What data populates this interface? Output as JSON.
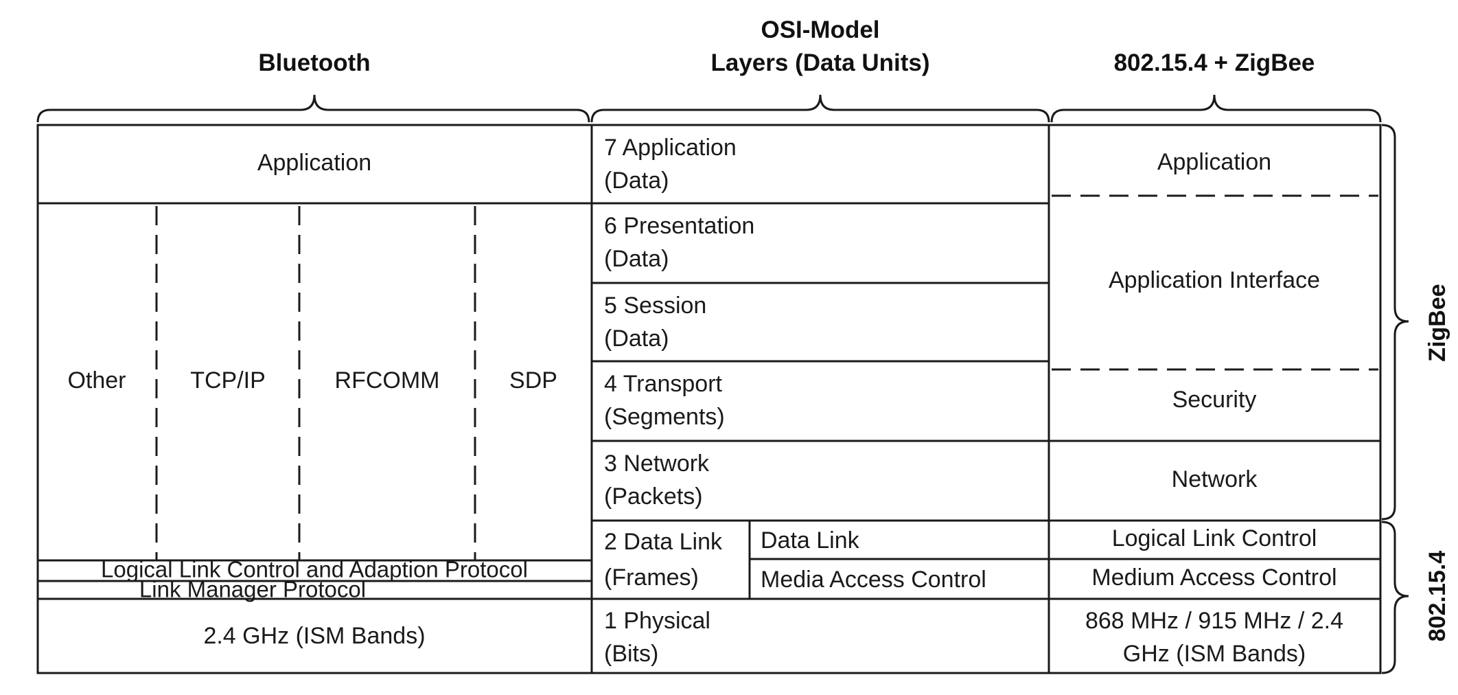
{
  "headers": {
    "bluetooth": "Bluetooth",
    "osi_line1": "OSI-Model",
    "osi_line2": "Layers (Data Units)",
    "zigbee": "802.15.4 + ZigBee"
  },
  "bluetooth": {
    "application": "Application",
    "protocols": [
      "Other",
      "TCP/IP",
      "RFCOMM",
      "SDP"
    ],
    "l2cap": "Logical Link Control and Adaption Protocol",
    "lmp": "Link Manager Protocol",
    "physical": "2.4 GHz (ISM Bands)"
  },
  "osi": {
    "layers": [
      {
        "name": "7 Application",
        "unit": "(Data)"
      },
      {
        "name": "6 Presentation",
        "unit": "(Data)"
      },
      {
        "name": "5 Session",
        "unit": "(Data)"
      },
      {
        "name": "4 Transport",
        "unit": "(Segments)"
      },
      {
        "name": "3 Network",
        "unit": "(Packets)"
      },
      {
        "name": "2 Data Link",
        "unit": "(Frames)"
      },
      {
        "name": "1 Physical",
        "unit": "(Bits)"
      }
    ],
    "datalink_sub": [
      "Data Link",
      "Media Access Control"
    ]
  },
  "zigbee": {
    "application": "Application",
    "app_interface": "Application Interface",
    "security": "Security",
    "network": "Network",
    "llc": "Logical Link Control",
    "mac": "Medium Access Control",
    "physical_line1": "868 MHz / 915 MHz / 2.4",
    "physical_line2": "GHz (ISM Bands)"
  },
  "side_labels": {
    "zigbee": "ZigBee",
    "ieee": "802.15.4"
  }
}
